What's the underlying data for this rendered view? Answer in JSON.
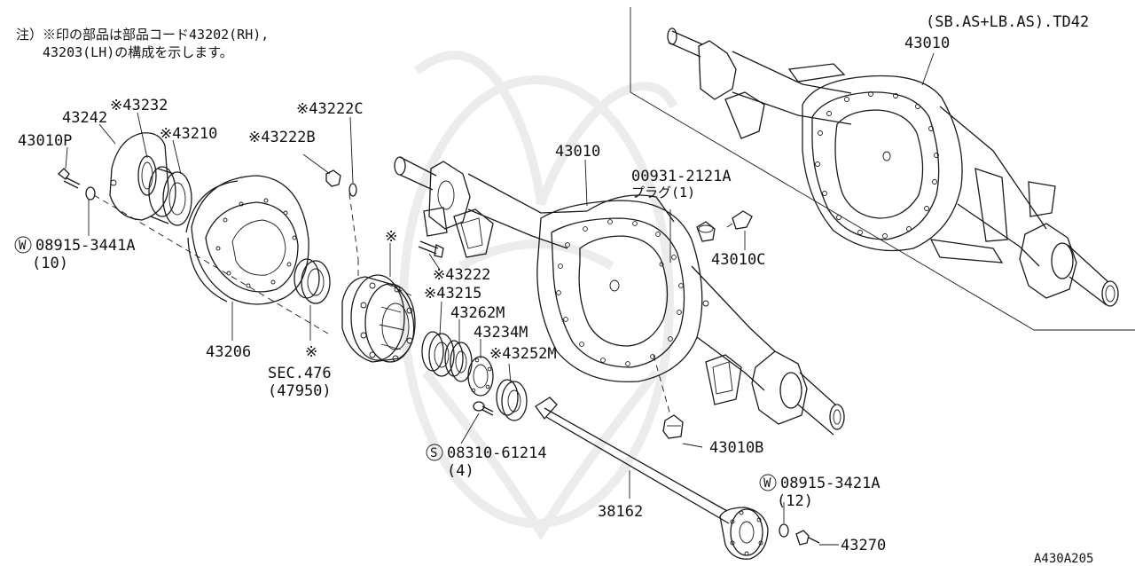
{
  "note": {
    "line1": "注）※印の部品は部品コード43202(RH),",
    "line2": "43203(LH)の構成を示します。"
  },
  "variant": "(SB.AS+LB.AS).TD42",
  "diagram_code": "A430A205",
  "labels": {
    "p43010_top": "43010",
    "p43010_mid": "43010",
    "p00931": "00931-2121A",
    "plug": "プラグ(1)",
    "p43010C": "43010C",
    "p43010B": "43010B",
    "p43242": "43242",
    "p43232": "※43232",
    "p43210": "※43210",
    "p43010P": "43010P",
    "p43222C": "※43222C",
    "p43222B": "※43222B",
    "mark_hub": "※",
    "p43222": "※43222",
    "p43215": "※43215",
    "p43262M": "43262M",
    "p43234M": "43234M",
    "p43252M": "※43252M",
    "p08915_3441A": "08915-3441A",
    "qty10": "(10)",
    "p43206": "43206",
    "mark_sec": "※",
    "sec476": "SEC.476",
    "p47950": "(47950)",
    "p08310": "08310-61214",
    "qty4": "(4)",
    "p38162": "38162",
    "p08915_3421A": "08915-3421A",
    "qty12": "(12)",
    "p43270": "43270"
  },
  "symbols": {
    "w1": "W",
    "s1": "S",
    "w2": "W"
  }
}
